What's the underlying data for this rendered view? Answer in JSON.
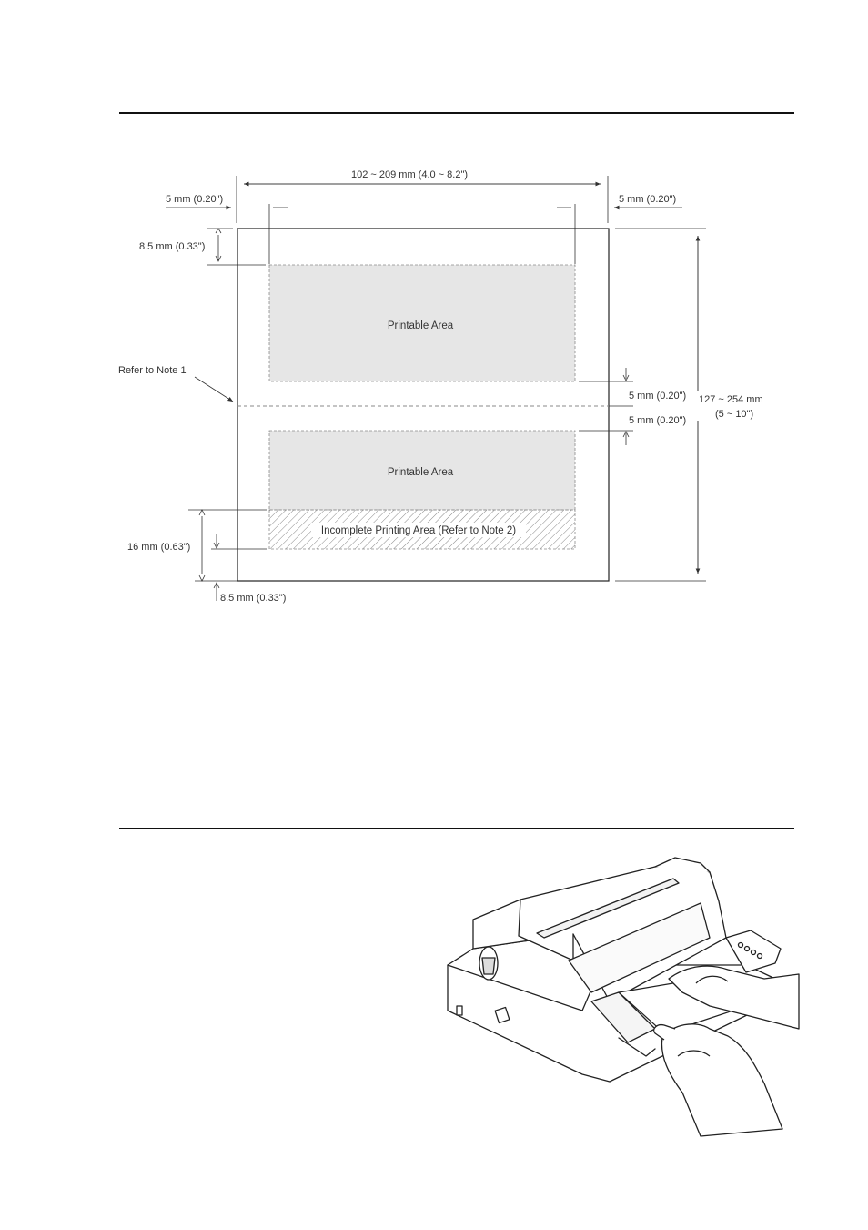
{
  "diagram": {
    "width_range": "102 ~ 209 mm (4.0 ~ 8.2\")",
    "left_margin": "5 mm (0.20\")",
    "right_margin": "5 mm (0.20\")",
    "top_margin": "8.5 mm (0.33\")",
    "printable_area_1": "Printable Area",
    "printable_area_2": "Printable Area",
    "refer_note_1": "Refer to Note 1",
    "perf_gap_above": "5 mm (0.20\")",
    "perf_gap_below": "5 mm (0.20\")",
    "length_range_1": "127 ~ 254 mm",
    "length_range_2": "(5 ~ 10\")",
    "incomplete_area": "Incomplete Printing Area (Refer to Note 2)",
    "incomplete_height": "16 mm (0.63\")",
    "bottom_margin": "8.5 mm (0.33\")"
  },
  "figure": {
    "illustration": "printer-with-hands-inserting-paper"
  },
  "colors": {
    "printable_fill": "#e6e6e6",
    "line": "#222222",
    "dashed": "#8a8a8a"
  }
}
